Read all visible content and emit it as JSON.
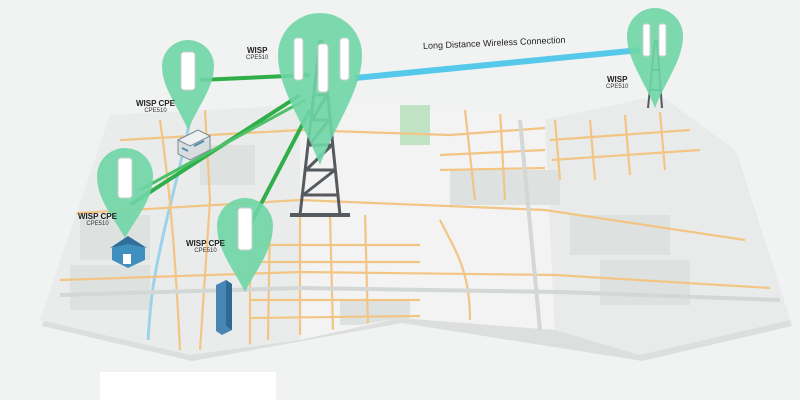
{
  "diagram": {
    "connection_label": "Long Distance Wireless Connection",
    "nodes": [
      {
        "id": "wisp-main",
        "title": "WISP",
        "model": "CPE510"
      },
      {
        "id": "wisp-remote",
        "title": "WISP",
        "model": "CPE510"
      },
      {
        "id": "cpe-1",
        "title": "WISP CPE",
        "model": "CPE510"
      },
      {
        "id": "cpe-2",
        "title": "WISP CPE",
        "model": "CPE510"
      },
      {
        "id": "cpe-3",
        "title": "WISP CPE",
        "model": "CPE510"
      }
    ]
  },
  "colors": {
    "pin": "#6fd6a6",
    "pin_dark": "#4fbf8d",
    "link_green": "#2fae4a",
    "link_cyan": "#56c8ea",
    "map_sheet": "#eceeed",
    "map_block": "#dfe3e2",
    "road_orange": "#f3c585",
    "park_green": "#bfe3c4",
    "river_blue": "#9cd3ea",
    "tower": "#555a5e"
  }
}
